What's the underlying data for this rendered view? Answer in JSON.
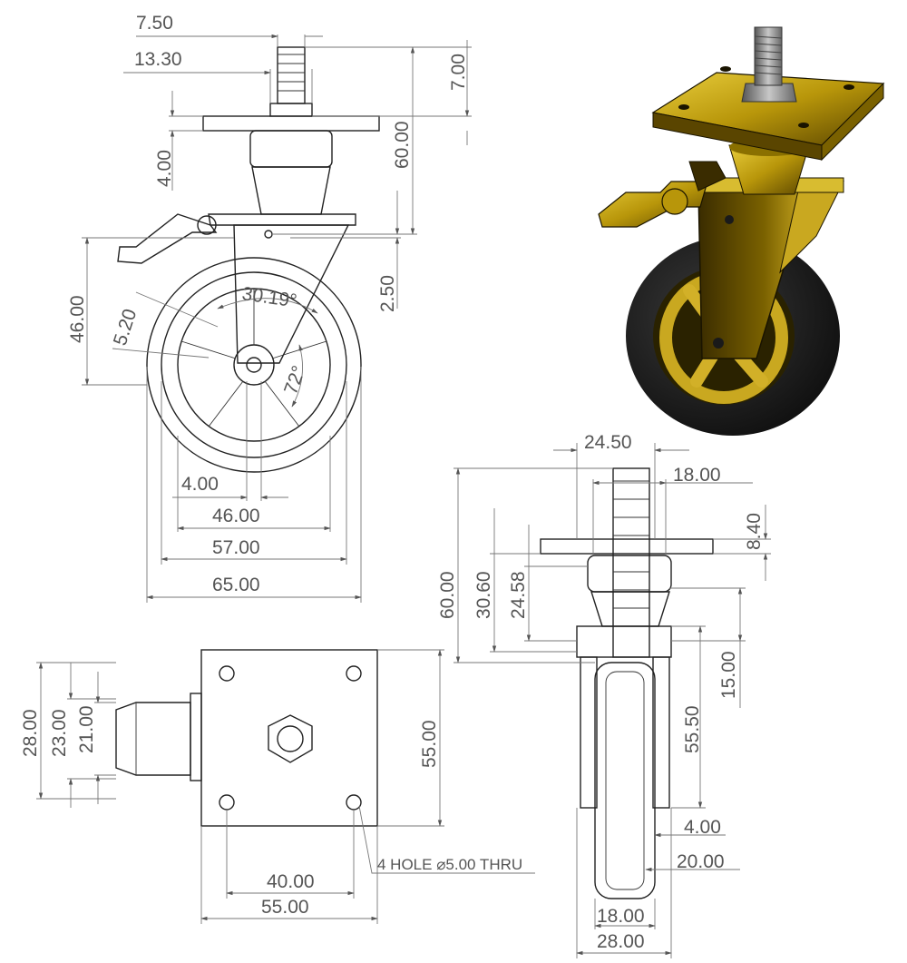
{
  "drawing": {
    "views": {
      "side": {
        "dims": {
          "stem_dia": "7.50",
          "nut_width": "13.30",
          "stem_length": "7.00",
          "plate_thk": "4.00",
          "overall_height": "60.00",
          "pivot_hole": "2.50",
          "axle_height": "46.00",
          "spoke_width": "5.20",
          "offset_angle": "30.19°",
          "spoke_angle": "72°",
          "axle_dia": "4.00",
          "rim_dia": "46.00",
          "hub_dia": "57.00",
          "wheel_dia": "65.00"
        }
      },
      "front": {
        "dims": {
          "washer_dia": "24.50",
          "bearing_dia": "18.00",
          "plate_offset": "8.40",
          "height": "60.00",
          "swivel_height": "30.60",
          "cone_height": "24.58",
          "fork_top": "15.00",
          "fork_length": "55.50",
          "tread_offset": "4.00",
          "axle_offset": "20.00",
          "wheel_width": "18.00",
          "fork_width": "28.00"
        }
      },
      "top": {
        "dims": {
          "brake_width": "28.00",
          "pedal_width": "23.00",
          "pedal_inner": "21.00",
          "plate_size": "55.00",
          "hole_spacing": "40.00",
          "plate_width": "55.00"
        },
        "note": "4 HOLE ⌀5.00 THRU"
      }
    },
    "colors": {
      "line": "#222222",
      "dimension": "#555555",
      "render_gold": "#b8960a",
      "render_tire": "#1a1a1a",
      "render_steel": "#8c8c8c"
    }
  }
}
